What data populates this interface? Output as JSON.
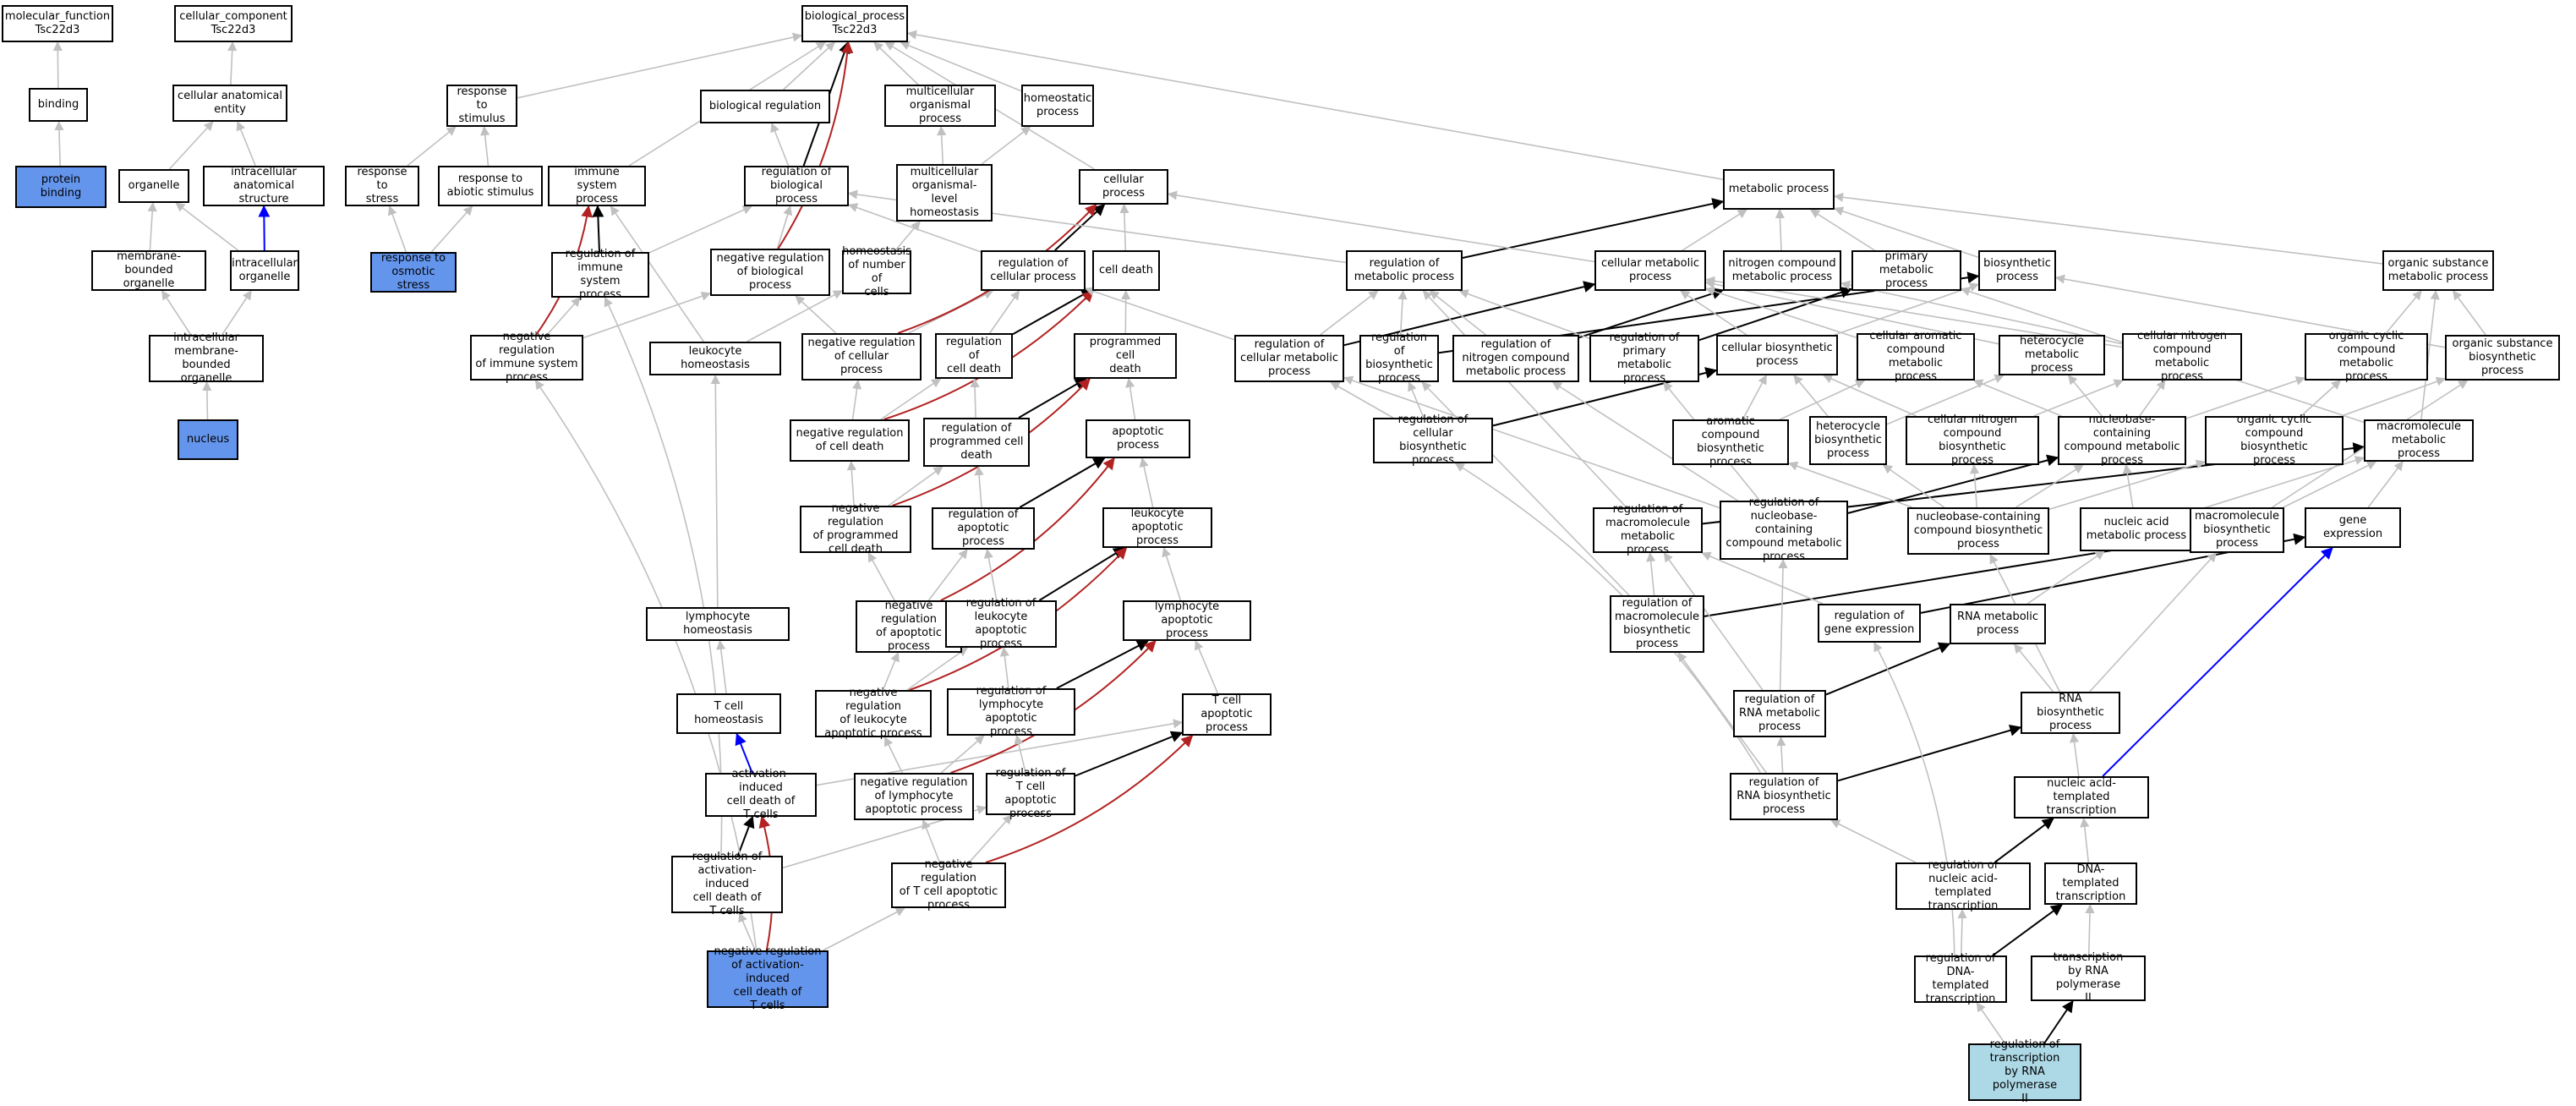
{
  "colors": {
    "is_a": "#c0c0c0",
    "part_of": "#0000ff",
    "regulates": "#000000",
    "negatively_regulates": "#b22222",
    "annotated": "#6495ed",
    "query": "#add8e6",
    "node_border": "#000000",
    "node_fill": "#ffffff"
  },
  "nodes": [
    {
      "id": "mf",
      "label": "molecular_function\nTsc22d3"
    },
    {
      "id": "cc",
      "label": "cellular_component\nTsc22d3"
    },
    {
      "id": "bp",
      "label": "biological_process\nTsc22d3"
    },
    {
      "id": "binding",
      "label": "binding"
    },
    {
      "id": "cae",
      "label": "cellular anatomical\nentity"
    },
    {
      "id": "pb",
      "label": "protein binding",
      "fill": "annotated"
    },
    {
      "id": "organelle",
      "label": "organelle"
    },
    {
      "id": "ias",
      "label": "intracellular\nanatomical structure"
    },
    {
      "id": "mbo",
      "label": "membrane-bounded\norganelle"
    },
    {
      "id": "io",
      "label": "intracellular\norganelle"
    },
    {
      "id": "imbo",
      "label": "intracellular\nmembrane-bounded\norganelle"
    },
    {
      "id": "nucleus",
      "label": "nucleus",
      "fill": "annotated"
    },
    {
      "id": "rts",
      "label": "response to\nstimulus"
    },
    {
      "id": "rtstress",
      "label": "response to\nstress"
    },
    {
      "id": "ras",
      "label": "response to\nabiotic stimulus"
    },
    {
      "id": "ros",
      "label": "response to\nosmotic stress",
      "fill": "annotated"
    },
    {
      "id": "isp",
      "label": "immune system\nprocess"
    },
    {
      "id": "bio_reg",
      "label": "biological regulation"
    },
    {
      "id": "mop",
      "label": "multicellular\norganismal process"
    },
    {
      "id": "hp",
      "label": "homeostatic\nprocess"
    },
    {
      "id": "rbp",
      "label": "regulation of\nbiological process"
    },
    {
      "id": "mlh",
      "label": "multicellular\norganismal-level\nhomeostasis"
    },
    {
      "id": "risp",
      "label": "regulation of\nimmune system\nprocess"
    },
    {
      "id": "nrbp",
      "label": "negative regulation\nof biological\nprocess"
    },
    {
      "id": "hnc",
      "label": "homeostasis\nof number of\ncells"
    },
    {
      "id": "nrisp",
      "label": "negative regulation\nof immune system\nprocess"
    },
    {
      "id": "lh",
      "label": "leukocyte homeostasis"
    },
    {
      "id": "cp",
      "label": "cellular process"
    },
    {
      "id": "rcp",
      "label": "regulation of\ncellular process"
    },
    {
      "id": "cd",
      "label": "cell death"
    },
    {
      "id": "nrcp",
      "label": "negative regulation\nof cellular\nprocess"
    },
    {
      "id": "rcd",
      "label": "regulation of\ncell death"
    },
    {
      "id": "pcd",
      "label": "programmed cell\ndeath"
    },
    {
      "id": "nrcd",
      "label": "negative regulation\nof cell death"
    },
    {
      "id": "rpcd",
      "label": "regulation of\nprogrammed cell\ndeath"
    },
    {
      "id": "ap",
      "label": "apoptotic process"
    },
    {
      "id": "nrpcd",
      "label": "negative regulation\nof programmed\ncell death"
    },
    {
      "id": "rap",
      "label": "regulation of\napoptotic process"
    },
    {
      "id": "lap",
      "label": "leukocyte apoptotic\nprocess"
    },
    {
      "id": "lymh",
      "label": "lymphocyte homeostasis"
    },
    {
      "id": "nrap",
      "label": "negative regulation\nof apoptotic\nprocess"
    },
    {
      "id": "rlap",
      "label": "regulation of\nleukocyte apoptotic\nprocess"
    },
    {
      "id": "lyap",
      "label": "lymphocyte apoptotic\nprocess"
    },
    {
      "id": "tch",
      "label": "T cell homeostasis"
    },
    {
      "id": "nrlap",
      "label": "negative regulation\nof leukocyte\napoptotic process"
    },
    {
      "id": "rlyap",
      "label": "regulation of\nlymphocyte apoptotic\nprocess"
    },
    {
      "id": "tcap",
      "label": "T cell apoptotic\nprocess"
    },
    {
      "id": "aicd",
      "label": "activation-induced\ncell death of\nT cells"
    },
    {
      "id": "nrlyap",
      "label": "negative regulation\nof lymphocyte\napoptotic process"
    },
    {
      "id": "rtcap",
      "label": "regulation of\nT cell apoptotic\nprocess"
    },
    {
      "id": "raicd",
      "label": "regulation of\nactivation-induced\ncell death of\nT cells"
    },
    {
      "id": "nrtcap",
      "label": "negative regulation\nof T cell apoptotic\nprocess"
    },
    {
      "id": "nraicd",
      "label": "negative regulation\nof activation-induced\ncell death of\nT cells",
      "fill": "annotated"
    },
    {
      "id": "mp",
      "label": "metabolic process"
    },
    {
      "id": "rmp",
      "label": "regulation of\nmetabolic process"
    },
    {
      "id": "cmp",
      "label": "cellular metabolic\nprocess"
    },
    {
      "id": "ncmp",
      "label": "nitrogen compound\nmetabolic process"
    },
    {
      "id": "pmp",
      "label": "primary metabolic\nprocess"
    },
    {
      "id": "bsp",
      "label": "biosynthetic\nprocess"
    },
    {
      "id": "osmp",
      "label": "organic substance\nmetabolic process"
    },
    {
      "id": "rcmp",
      "label": "regulation of\ncellular metabolic\nprocess"
    },
    {
      "id": "rbsp",
      "label": "regulation of\nbiosynthetic\nprocess"
    },
    {
      "id": "rncmp",
      "label": "regulation of\nnitrogen compound\nmetabolic process"
    },
    {
      "id": "rpmp",
      "label": "regulation of\nprimary metabolic\nprocess"
    },
    {
      "id": "cbsp",
      "label": "cellular biosynthetic\nprocess"
    },
    {
      "id": "cacmp",
      "label": "cellular aromatic\ncompound metabolic\nprocess"
    },
    {
      "id": "hmp",
      "label": "heterocycle\nmetabolic process"
    },
    {
      "id": "cncmp",
      "label": "cellular nitrogen\ncompound metabolic\nprocess"
    },
    {
      "id": "occmp",
      "label": "organic cyclic\ncompound metabolic\nprocess"
    },
    {
      "id": "osbp",
      "label": "organic substance\nbiosynthetic\nprocess"
    },
    {
      "id": "rcbp",
      "label": "regulation of\ncellular biosynthetic\nprocess"
    },
    {
      "id": "acbp",
      "label": "aromatic compound\nbiosynthetic\nprocess"
    },
    {
      "id": "hbp",
      "label": "heterocycle\nbiosynthetic\nprocess"
    },
    {
      "id": "cncbp",
      "label": "cellular nitrogen\ncompound biosynthetic\nprocess"
    },
    {
      "id": "nbcmp",
      "label": "nucleobase-containing\ncompound metabolic\nprocess"
    },
    {
      "id": "occbp",
      "label": "organic cyclic\ncompound biosynthetic\nprocess"
    },
    {
      "id": "macmp",
      "label": "macromolecule\nmetabolic process"
    },
    {
      "id": "rmmp",
      "label": "regulation of\nmacromolecule\nmetabolic process"
    },
    {
      "id": "rnbcmp",
      "label": "regulation of\nnucleobase-containing\ncompound metabolic\nprocess"
    },
    {
      "id": "nbcbp",
      "label": "nucleobase-containing\ncompound biosynthetic\nprocess"
    },
    {
      "id": "namp",
      "label": "nucleic acid\nmetabolic process"
    },
    {
      "id": "mbp",
      "label": "macromolecule\nbiosynthetic\nprocess"
    },
    {
      "id": "ge",
      "label": "gene expression"
    },
    {
      "id": "rmbp",
      "label": "regulation of\nmacromolecule\nbiosynthetic\nprocess"
    },
    {
      "id": "rge",
      "label": "regulation of\ngene expression"
    },
    {
      "id": "rnamp",
      "label": "RNA metabolic\nprocess"
    },
    {
      "id": "rrnamp",
      "label": "regulation of\nRNA metabolic\nprocess"
    },
    {
      "id": "rnabp",
      "label": "RNA biosynthetic\nprocess"
    },
    {
      "id": "rrnabp",
      "label": "regulation of\nRNA biosynthetic\nprocess"
    },
    {
      "id": "natt",
      "label": "nucleic acid-templated\ntranscription"
    },
    {
      "id": "rnatt",
      "label": "regulation of\nnucleic acid-templated\ntranscription"
    },
    {
      "id": "dtt",
      "label": "DNA-templated\ntranscription"
    },
    {
      "id": "rdtt",
      "label": "regulation of\nDNA-templated\ntranscription"
    },
    {
      "id": "trp2",
      "label": "transcription\nby RNA polymerase\nII"
    },
    {
      "id": "rtrp2",
      "label": "regulation of\ntranscription\nby RNA polymerase\nII",
      "fill": "query"
    }
  ],
  "edges": [
    [
      "binding",
      "mf",
      "is_a"
    ],
    [
      "pb",
      "binding",
      "is_a"
    ],
    [
      "cae",
      "cc",
      "is_a"
    ],
    [
      "organelle",
      "cae",
      "is_a"
    ],
    [
      "ias",
      "cae",
      "is_a"
    ],
    [
      "mbo",
      "organelle",
      "is_a"
    ],
    [
      "io",
      "organelle",
      "is_a"
    ],
    [
      "io",
      "ias",
      "part_of"
    ],
    [
      "imbo",
      "mbo",
      "is_a"
    ],
    [
      "imbo",
      "io",
      "is_a"
    ],
    [
      "nucleus",
      "imbo",
      "is_a"
    ],
    [
      "rts",
      "bp",
      "is_a"
    ],
    [
      "rtstress",
      "rts",
      "is_a"
    ],
    [
      "ras",
      "rts",
      "is_a"
    ],
    [
      "ros",
      "rtstress",
      "is_a"
    ],
    [
      "ros",
      "ras",
      "is_a"
    ],
    [
      "isp",
      "bp",
      "is_a"
    ],
    [
      "bio_reg",
      "bp",
      "is_a"
    ],
    [
      "mop",
      "bp",
      "is_a"
    ],
    [
      "hp",
      "bp",
      "is_a"
    ],
    [
      "rbp",
      "bio_reg",
      "is_a"
    ],
    [
      "rbp",
      "bp",
      "regulates"
    ],
    [
      "mlh",
      "mop",
      "is_a"
    ],
    [
      "mlh",
      "hp",
      "is_a"
    ],
    [
      "risp",
      "rbp",
      "is_a"
    ],
    [
      "risp",
      "isp",
      "regulates"
    ],
    [
      "nrbp",
      "rbp",
      "is_a"
    ],
    [
      "nrbp",
      "bp",
      "negatively_regulates"
    ],
    [
      "hnc",
      "mlh",
      "is_a"
    ],
    [
      "nrisp",
      "risp",
      "is_a"
    ],
    [
      "nrisp",
      "nrbp",
      "is_a"
    ],
    [
      "nrisp",
      "isp",
      "negatively_regulates"
    ],
    [
      "lh",
      "isp",
      "is_a"
    ],
    [
      "lh",
      "hnc",
      "is_a"
    ],
    [
      "cp",
      "bp",
      "is_a"
    ],
    [
      "rcp",
      "rbp",
      "is_a"
    ],
    [
      "rcp",
      "cp",
      "regulates"
    ],
    [
      "cd",
      "cp",
      "is_a"
    ],
    [
      "nrcp",
      "nrbp",
      "is_a"
    ],
    [
      "nrcp",
      "rcp",
      "is_a"
    ],
    [
      "nrcp",
      "cp",
      "negatively_regulates"
    ],
    [
      "rcd",
      "rcp",
      "is_a"
    ],
    [
      "rcd",
      "cd",
      "regulates"
    ],
    [
      "pcd",
      "cd",
      "is_a"
    ],
    [
      "nrcd",
      "nrcp",
      "is_a"
    ],
    [
      "nrcd",
      "rcd",
      "is_a"
    ],
    [
      "nrcd",
      "cd",
      "negatively_regulates"
    ],
    [
      "rpcd",
      "rcd",
      "is_a"
    ],
    [
      "rpcd",
      "pcd",
      "regulates"
    ],
    [
      "ap",
      "pcd",
      "is_a"
    ],
    [
      "nrpcd",
      "nrcd",
      "is_a"
    ],
    [
      "nrpcd",
      "rpcd",
      "is_a"
    ],
    [
      "nrpcd",
      "pcd",
      "negatively_regulates"
    ],
    [
      "rap",
      "rpcd",
      "is_a"
    ],
    [
      "rap",
      "ap",
      "regulates"
    ],
    [
      "lap",
      "ap",
      "is_a"
    ],
    [
      "lymh",
      "lh",
      "is_a"
    ],
    [
      "nrap",
      "nrpcd",
      "is_a"
    ],
    [
      "nrap",
      "rap",
      "is_a"
    ],
    [
      "nrap",
      "ap",
      "negatively_regulates"
    ],
    [
      "rlap",
      "rap",
      "is_a"
    ],
    [
      "rlap",
      "lap",
      "regulates"
    ],
    [
      "lyap",
      "lap",
      "is_a"
    ],
    [
      "tch",
      "lymh",
      "is_a"
    ],
    [
      "nrlap",
      "nrap",
      "is_a"
    ],
    [
      "nrlap",
      "rlap",
      "is_a"
    ],
    [
      "nrlap",
      "lap",
      "negatively_regulates"
    ],
    [
      "rlyap",
      "rlap",
      "is_a"
    ],
    [
      "rlyap",
      "lyap",
      "regulates"
    ],
    [
      "tcap",
      "lyap",
      "is_a"
    ],
    [
      "aicd",
      "tch",
      "part_of"
    ],
    [
      "aicd",
      "tcap",
      "is_a"
    ],
    [
      "nrlyap",
      "nrlap",
      "is_a"
    ],
    [
      "nrlyap",
      "rlyap",
      "is_a"
    ],
    [
      "nrlyap",
      "lyap",
      "negatively_regulates"
    ],
    [
      "rtcap",
      "rlyap",
      "is_a"
    ],
    [
      "rtcap",
      "tcap",
      "regulates"
    ],
    [
      "raicd",
      "aicd",
      "regulates"
    ],
    [
      "raicd",
      "rtcap",
      "is_a"
    ],
    [
      "raicd",
      "risp",
      "is_a"
    ],
    [
      "nrtcap",
      "nrlyap",
      "is_a"
    ],
    [
      "nrtcap",
      "rtcap",
      "is_a"
    ],
    [
      "nrtcap",
      "tcap",
      "negatively_regulates"
    ],
    [
      "nraicd",
      "raicd",
      "is_a"
    ],
    [
      "nraicd",
      "nrtcap",
      "is_a"
    ],
    [
      "nraicd",
      "nrisp",
      "is_a"
    ],
    [
      "nraicd",
      "aicd",
      "negatively_regulates"
    ],
    [
      "mp",
      "bp",
      "is_a"
    ],
    [
      "rmp",
      "rbp",
      "is_a"
    ],
    [
      "rmp",
      "mp",
      "regulates"
    ],
    [
      "cmp",
      "mp",
      "is_a"
    ],
    [
      "cmp",
      "cp",
      "is_a"
    ],
    [
      "ncmp",
      "mp",
      "is_a"
    ],
    [
      "pmp",
      "mp",
      "is_a"
    ],
    [
      "bsp",
      "mp",
      "is_a"
    ],
    [
      "osmp",
      "mp",
      "is_a"
    ],
    [
      "rcmp",
      "rmp",
      "is_a"
    ],
    [
      "rcmp",
      "rcp",
      "is_a"
    ],
    [
      "rcmp",
      "cmp",
      "regulates"
    ],
    [
      "rbsp",
      "rmp",
      "is_a"
    ],
    [
      "rbsp",
      "bsp",
      "regulates"
    ],
    [
      "rncmp",
      "rmp",
      "is_a"
    ],
    [
      "rncmp",
      "ncmp",
      "regulates"
    ],
    [
      "rpmp",
      "rmp",
      "is_a"
    ],
    [
      "rpmp",
      "pmp",
      "regulates"
    ],
    [
      "cbsp",
      "cmp",
      "is_a"
    ],
    [
      "cbsp",
      "bsp",
      "is_a"
    ],
    [
      "cacmp",
      "cmp",
      "is_a"
    ],
    [
      "hmp",
      "cmp",
      "is_a"
    ],
    [
      "cncmp",
      "cmp",
      "is_a"
    ],
    [
      "cncmp",
      "ncmp",
      "is_a"
    ],
    [
      "occmp",
      "osmp",
      "is_a"
    ],
    [
      "osbp",
      "osmp",
      "is_a"
    ],
    [
      "osbp",
      "bsp",
      "is_a"
    ],
    [
      "rcbp",
      "rcmp",
      "is_a"
    ],
    [
      "rcbp",
      "rbsp",
      "is_a"
    ],
    [
      "rcbp",
      "cbsp",
      "regulates"
    ],
    [
      "acbp",
      "cacmp",
      "is_a"
    ],
    [
      "acbp",
      "cbsp",
      "is_a"
    ],
    [
      "hbp",
      "hmp",
      "is_a"
    ],
    [
      "hbp",
      "cbsp",
      "is_a"
    ],
    [
      "cncbp",
      "cncmp",
      "is_a"
    ],
    [
      "cncbp",
      "cbsp",
      "is_a"
    ],
    [
      "nbcmp",
      "cacmp",
      "is_a"
    ],
    [
      "nbcmp",
      "hmp",
      "is_a"
    ],
    [
      "nbcmp",
      "cncmp",
      "is_a"
    ],
    [
      "nbcmp",
      "occmp",
      "is_a"
    ],
    [
      "occbp",
      "occmp",
      "is_a"
    ],
    [
      "occbp",
      "osbp",
      "is_a"
    ],
    [
      "macmp",
      "osmp",
      "is_a"
    ],
    [
      "macmp",
      "pmp",
      "is_a"
    ],
    [
      "rmmp",
      "rmp",
      "is_a"
    ],
    [
      "rmmp",
      "macmp",
      "regulates"
    ],
    [
      "rnbcmp",
      "rcmp",
      "is_a"
    ],
    [
      "rnbcmp",
      "rncmp",
      "is_a"
    ],
    [
      "rnbcmp",
      "rpmp",
      "is_a"
    ],
    [
      "rnbcmp",
      "nbcmp",
      "regulates"
    ],
    [
      "nbcbp",
      "nbcmp",
      "is_a"
    ],
    [
      "nbcbp",
      "cncbp",
      "is_a"
    ],
    [
      "nbcbp",
      "acbp",
      "is_a"
    ],
    [
      "nbcbp",
      "hbp",
      "is_a"
    ],
    [
      "nbcbp",
      "occbp",
      "is_a"
    ],
    [
      "namp",
      "nbcmp",
      "is_a"
    ],
    [
      "namp",
      "macmp",
      "is_a"
    ],
    [
      "mbp",
      "macmp",
      "is_a"
    ],
    [
      "mbp",
      "osbp",
      "is_a"
    ],
    [
      "ge",
      "macmp",
      "is_a"
    ],
    [
      "rmbp",
      "rmmp",
      "is_a"
    ],
    [
      "rmbp",
      "rbsp",
      "is_a"
    ],
    [
      "rmbp",
      "mbp",
      "regulates"
    ],
    [
      "rge",
      "rmmp",
      "is_a"
    ],
    [
      "rge",
      "ge",
      "regulates"
    ],
    [
      "rnamp",
      "namp",
      "is_a"
    ],
    [
      "rrnamp",
      "rnbcmp",
      "is_a"
    ],
    [
      "rrnamp",
      "rmmp",
      "is_a"
    ],
    [
      "rrnamp",
      "rnamp",
      "regulates"
    ],
    [
      "rnabp",
      "rnamp",
      "is_a"
    ],
    [
      "rnabp",
      "mbp",
      "is_a"
    ],
    [
      "rnabp",
      "nbcbp",
      "is_a"
    ],
    [
      "rrnabp",
      "rrnamp",
      "is_a"
    ],
    [
      "rrnabp",
      "rmbp",
      "is_a"
    ],
    [
      "rrnabp",
      "rcbp",
      "is_a"
    ],
    [
      "rrnabp",
      "rnabp",
      "regulates"
    ],
    [
      "natt",
      "rnabp",
      "is_a"
    ],
    [
      "natt",
      "ge",
      "part_of"
    ],
    [
      "rnatt",
      "rrnabp",
      "is_a"
    ],
    [
      "rnatt",
      "natt",
      "regulates"
    ],
    [
      "dtt",
      "natt",
      "is_a"
    ],
    [
      "rdtt",
      "rnatt",
      "is_a"
    ],
    [
      "rdtt",
      "rge",
      "is_a"
    ],
    [
      "rdtt",
      "dtt",
      "regulates"
    ],
    [
      "trp2",
      "dtt",
      "is_a"
    ],
    [
      "rtrp2",
      "rdtt",
      "is_a"
    ],
    [
      "rtrp2",
      "trp2",
      "regulates"
    ]
  ]
}
